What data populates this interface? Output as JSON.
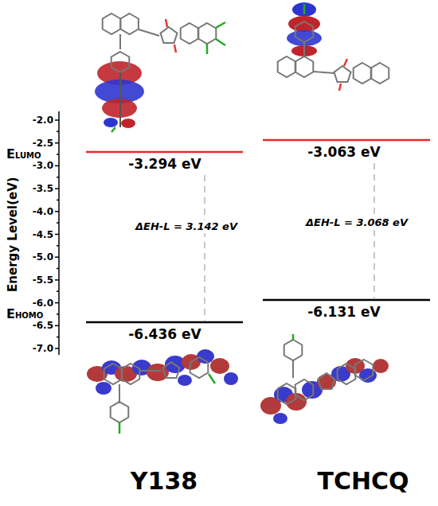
{
  "diagram": {
    "labels": [
      "Energy Level(eV)",
      "-2.0",
      "-2.5",
      "-3.0",
      "-3.5",
      "-4.0",
      "-4.5",
      "-5.0",
      "-5.5",
      "-6.0",
      "-6.5",
      "-7.0",
      "ELUMO",
      "EHOMO",
      "-3.294 eV",
      "-3.063 eV",
      "ΔEH-L = 3.142 eV",
      "ΔEH-L = 3.068 eV",
      "-6.436 eV",
      "-6.131 eV",
      "Y138",
      "TCHCQ"
    ]
  }
}
